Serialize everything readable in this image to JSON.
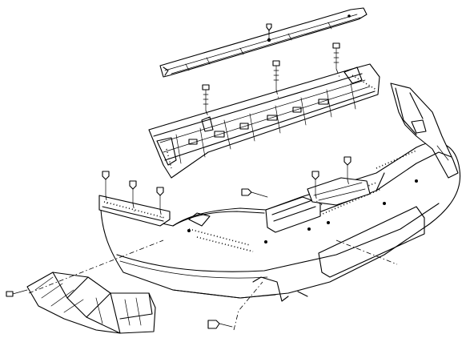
{
  "image": {
    "kind": "exploded parts diagram, rear bumper assembly (line art)",
    "colors": {
      "line": "#000000",
      "background": "#ffffff"
    }
  },
  "parts": [
    {
      "name": "upper-trim-strip",
      "icon": "trim-strip-icon"
    },
    {
      "name": "energy-absorber-bracket",
      "icon": "bracket-icon"
    },
    {
      "name": "bumper-cover",
      "icon": "bumper-cover-icon"
    },
    {
      "name": "corner-lamp",
      "icon": "lamp-icon"
    },
    {
      "name": "mounting-clips",
      "icon": "clip-icon"
    },
    {
      "name": "fastener-screws",
      "icon": "screw-icon"
    }
  ]
}
